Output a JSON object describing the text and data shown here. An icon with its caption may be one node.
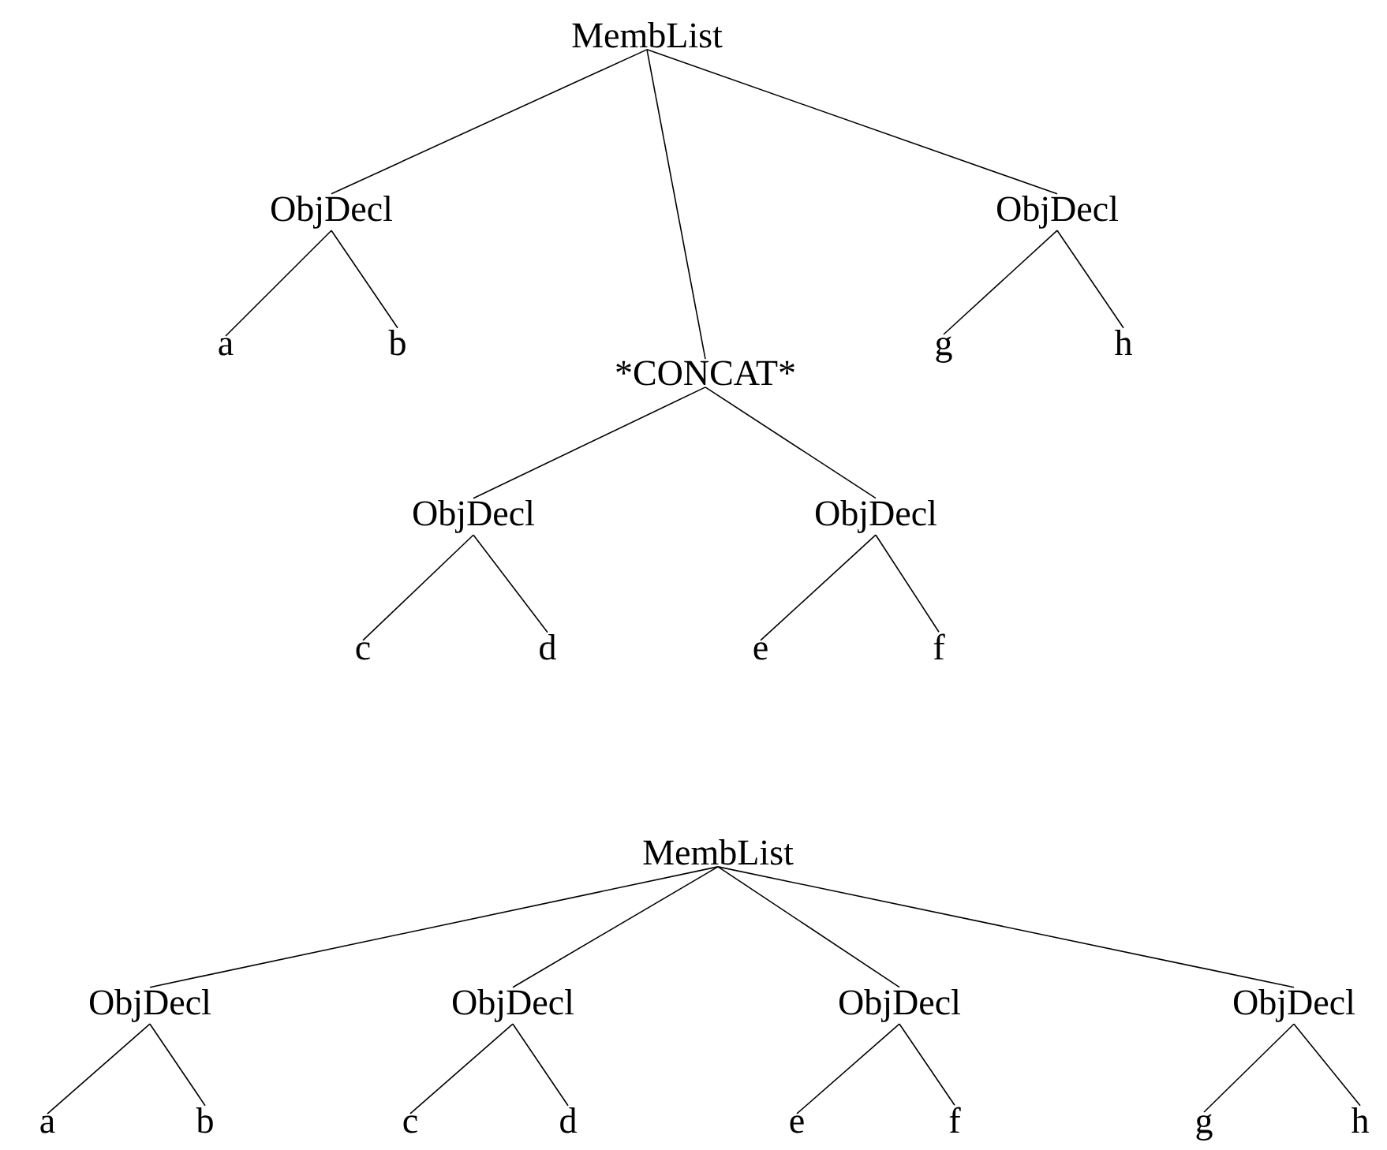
{
  "diagram": {
    "nodes": [
      {
        "text": [
          "MembList"
        ]
      },
      {
        "text": [
          "ObjDecl"
        ]
      },
      {
        "text": [
          "a"
        ]
      },
      {
        "text": [
          "b"
        ]
      },
      {
        "text": [
          "*CONCAT*"
        ]
      },
      {
        "text": [
          "ObjDecl"
        ]
      },
      {
        "text": [
          "c"
        ]
      },
      {
        "text": [
          "d"
        ]
      },
      {
        "text": [
          "ObjDecl"
        ]
      },
      {
        "text": [
          "e"
        ]
      },
      {
        "text": [
          "f"
        ]
      },
      {
        "text": [
          "ObjDecl"
        ]
      },
      {
        "text": [
          "g"
        ]
      },
      {
        "text": [
          "h"
        ]
      },
      {
        "text": [
          "MembList"
        ]
      },
      {
        "text": [
          "ObjDecl"
        ]
      },
      {
        "text": [
          "a"
        ]
      },
      {
        "text": [
          "b"
        ]
      },
      {
        "text": [
          "ObjDecl"
        ]
      },
      {
        "text": [
          "c"
        ]
      },
      {
        "text": [
          "d"
        ]
      },
      {
        "text": [
          "ObjDecl"
        ]
      },
      {
        "text": [
          "e"
        ]
      },
      {
        "text": [
          "f"
        ]
      },
      {
        "text": [
          "ObjDecl"
        ]
      },
      {
        "text": [
          "g"
        ]
      },
      {
        "text": [
          "h"
        ]
      }
    ],
    "edges": [
      {
        "from": 0,
        "to": 1,
        "arrow": "none"
      },
      {
        "from": 0,
        "to": 4,
        "arrow": "none"
      },
      {
        "from": 0,
        "to": 11,
        "arrow": "none"
      },
      {
        "from": 1,
        "to": 2,
        "arrow": "none"
      },
      {
        "from": 1,
        "to": 3,
        "arrow": "none"
      },
      {
        "from": 4,
        "to": 5,
        "arrow": "none"
      },
      {
        "from": 4,
        "to": 8,
        "arrow": "none"
      },
      {
        "from": 5,
        "to": 6,
        "arrow": "none"
      },
      {
        "from": 5,
        "to": 7,
        "arrow": "none"
      },
      {
        "from": 8,
        "to": 9,
        "arrow": "none"
      },
      {
        "from": 8,
        "to": 10,
        "arrow": "none"
      },
      {
        "from": 11,
        "to": 12,
        "arrow": "none"
      },
      {
        "from": 11,
        "to": 13,
        "arrow": "none"
      },
      {
        "from": 14,
        "to": 15,
        "arrow": "none"
      },
      {
        "from": 14,
        "to": 18,
        "arrow": "none"
      },
      {
        "from": 14,
        "to": 21,
        "arrow": "none"
      },
      {
        "from": 14,
        "to": 24,
        "arrow": "none"
      },
      {
        "from": 15,
        "to": 16,
        "arrow": "none"
      },
      {
        "from": 15,
        "to": 17,
        "arrow": "none"
      },
      {
        "from": 18,
        "to": 19,
        "arrow": "none"
      },
      {
        "from": 18,
        "to": 20,
        "arrow": "none"
      },
      {
        "from": 21,
        "to": 22,
        "arrow": "none"
      },
      {
        "from": 21,
        "to": 23,
        "arrow": "none"
      },
      {
        "from": 24,
        "to": 25,
        "arrow": "none"
      },
      {
        "from": 24,
        "to": 26,
        "arrow": "none"
      }
    ]
  }
}
